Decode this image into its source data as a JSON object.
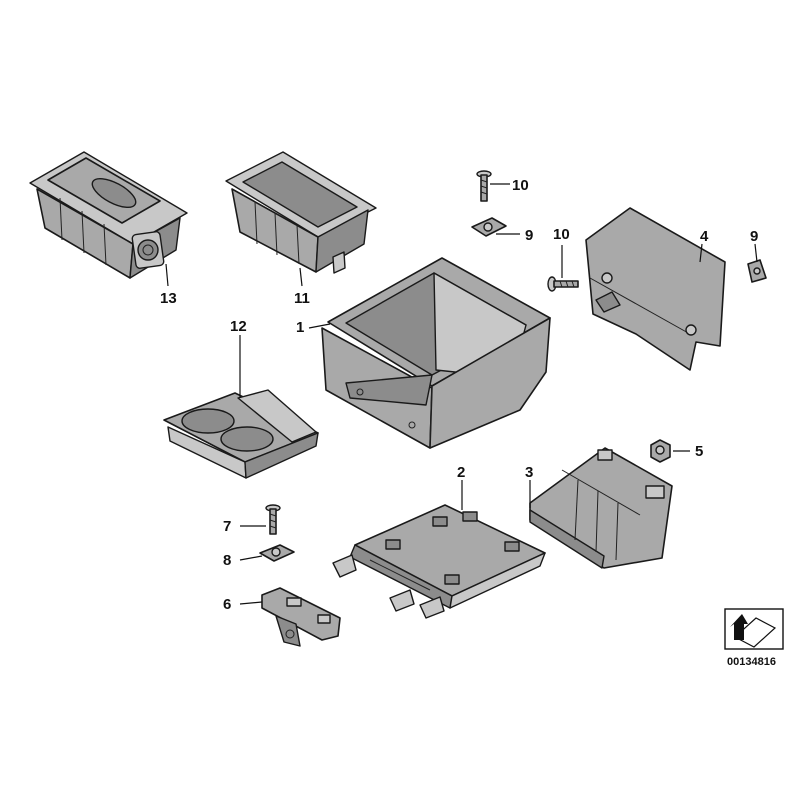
{
  "callouts": {
    "c1": "1",
    "c2": "2",
    "c3": "3",
    "c4": "4",
    "c5": "5",
    "c6": "6",
    "c7": "7",
    "c8": "8",
    "c9a": "9",
    "c9b": "9",
    "c10a": "10",
    "c10b": "10",
    "c11": "11",
    "c12": "12",
    "c13": "13"
  },
  "document_id": "00134816",
  "colors": {
    "part_fill": "#a9a9a9",
    "line": "#1a1a1a",
    "background": "#ffffff"
  }
}
